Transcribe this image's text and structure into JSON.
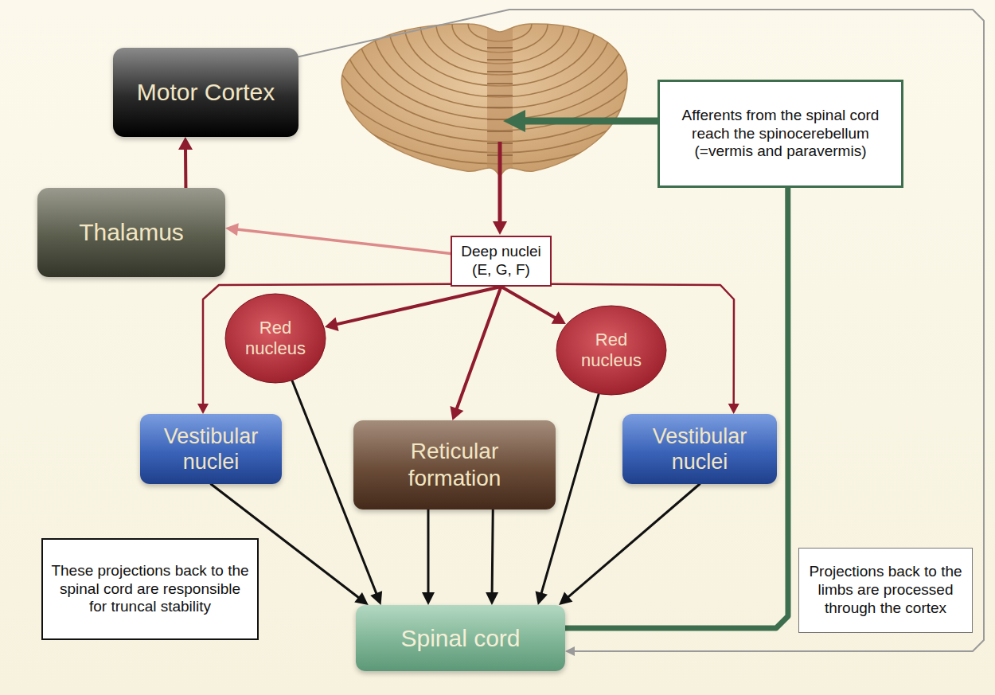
{
  "diagram": {
    "nodes": [
      {
        "text": [
          "Motor Cortex"
        ]
      },
      {
        "text": [
          "Afferents from the spinal cord reach the spinocerebellum (=vermis and paravermis)"
        ]
      },
      {
        "text": [
          "Thalamus"
        ]
      },
      {
        "text": [
          "Deep nuclei (E, G, F)"
        ]
      },
      {
        "text": [
          "Red nucleus"
        ]
      },
      {
        "text": [
          "Red nucleus"
        ]
      },
      {
        "text": [
          "Vestibular nuclei"
        ]
      },
      {
        "text": [
          "Reticular formation"
        ]
      },
      {
        "text": [
          "Vestibular nuclei"
        ]
      },
      {
        "text": [
          "These projections back to the spinal cord are responsible for truncal stability"
        ]
      },
      {
        "text": [
          "Spinal cord"
        ]
      },
      {
        "text": [
          "Projections back to the limbs are processed through the cortex"
        ]
      }
    ],
    "edges": [
      {
        "from": 2,
        "to": 0,
        "arrow": "to"
      },
      {
        "from": 3,
        "to": 2,
        "arrow": "to"
      },
      {
        "from": 3,
        "to": 4,
        "arrow": "to"
      },
      {
        "from": 3,
        "to": 7,
        "arrow": "to"
      },
      {
        "from": 3,
        "to": 5,
        "arrow": "to"
      },
      {
        "from": 3,
        "to": 6,
        "arrow": "to"
      },
      {
        "from": 3,
        "to": 8,
        "arrow": "to"
      },
      {
        "from": 6,
        "to": 10,
        "arrow": "to"
      },
      {
        "from": 4,
        "to": 10,
        "arrow": "to"
      },
      {
        "from": 7,
        "to": 10,
        "arrow": "to"
      },
      {
        "from": 7,
        "to": 10,
        "arrow": "to"
      },
      {
        "from": 5,
        "to": 10,
        "arrow": "to"
      },
      {
        "from": 8,
        "to": 10,
        "arrow": "to"
      },
      {
        "from": 0,
        "to": 10,
        "arrow": "to"
      },
      {
        "from": 10,
        "to": 1,
        "arrow": "none"
      }
    ]
  }
}
